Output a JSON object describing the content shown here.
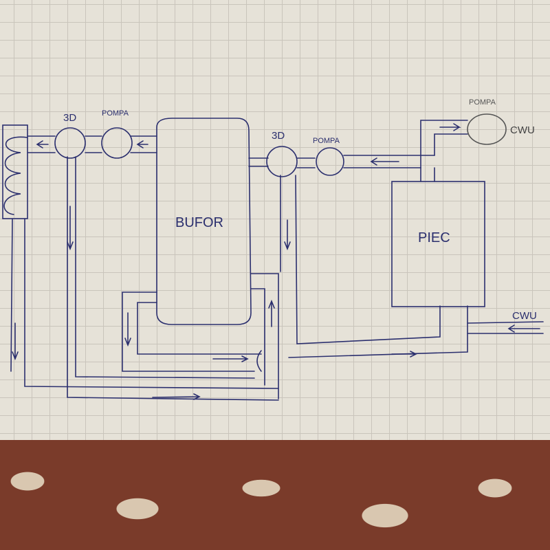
{
  "diagram": {
    "left_valve": {
      "label": "3D"
    },
    "left_pump": {
      "label": "POMPA"
    },
    "buffer": {
      "label": "BUFOR"
    },
    "right_valve": {
      "label": "3D"
    },
    "right_pump": {
      "label": "POMPA"
    },
    "dhw_pump": {
      "label": "POMPA"
    },
    "dhw_top": {
      "label": "CWU"
    },
    "boiler": {
      "label": "PIEC"
    },
    "dhw_bottom": {
      "label": "CWU"
    }
  },
  "colors": {
    "ink": "#2b2f6e",
    "paper": "#e6e2d8"
  }
}
